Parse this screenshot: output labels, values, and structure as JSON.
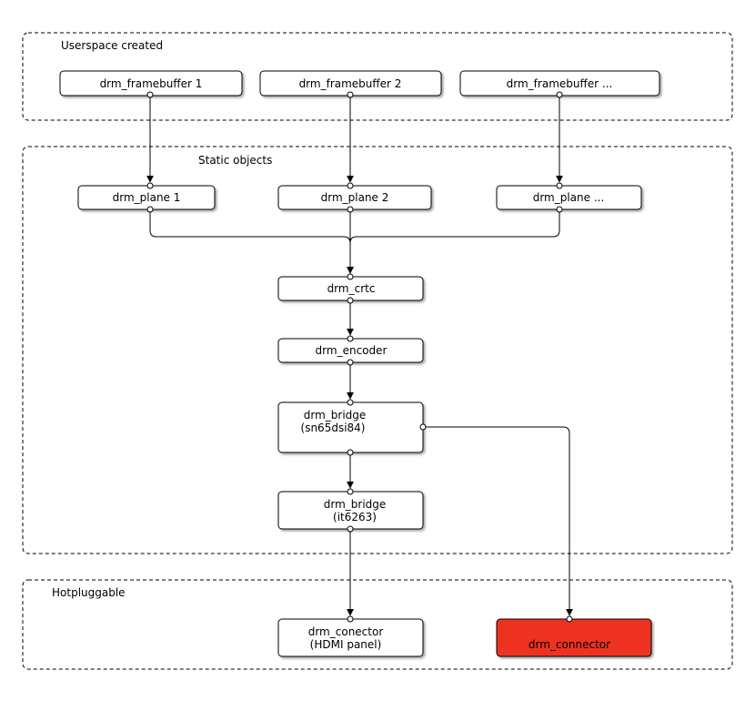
{
  "groups": {
    "userspace": {
      "label": "Userspace created"
    },
    "static": {
      "label": "Static objects"
    },
    "hotplug": {
      "label": "Hotpluggable"
    }
  },
  "nodes": {
    "fb1": {
      "lines": [
        "drm_framebuffer 1"
      ]
    },
    "fb2": {
      "lines": [
        "drm_framebuffer 2"
      ]
    },
    "fb3": {
      "lines": [
        "drm_framebuffer ..."
      ]
    },
    "plane1": {
      "lines": [
        "drm_plane 1"
      ]
    },
    "plane2": {
      "lines": [
        "drm_plane 2"
      ]
    },
    "plane3": {
      "lines": [
        "drm_plane ..."
      ]
    },
    "crtc": {
      "lines": [
        "drm_crtc"
      ]
    },
    "encoder": {
      "lines": [
        "drm_encoder"
      ]
    },
    "bridge1": {
      "lines": [
        "drm_bridge",
        "(sn65dsi84)"
      ]
    },
    "bridge2": {
      "lines": [
        "drm_bridge",
        "(it6263)"
      ]
    },
    "conn_hdmi": {
      "lines": [
        "drm_conector",
        "(HDMI panel)"
      ]
    },
    "conn2": {
      "lines": [
        "drm_connector"
      ]
    }
  },
  "colors": {
    "highlight": "#ee3124",
    "stroke": "#000000"
  }
}
